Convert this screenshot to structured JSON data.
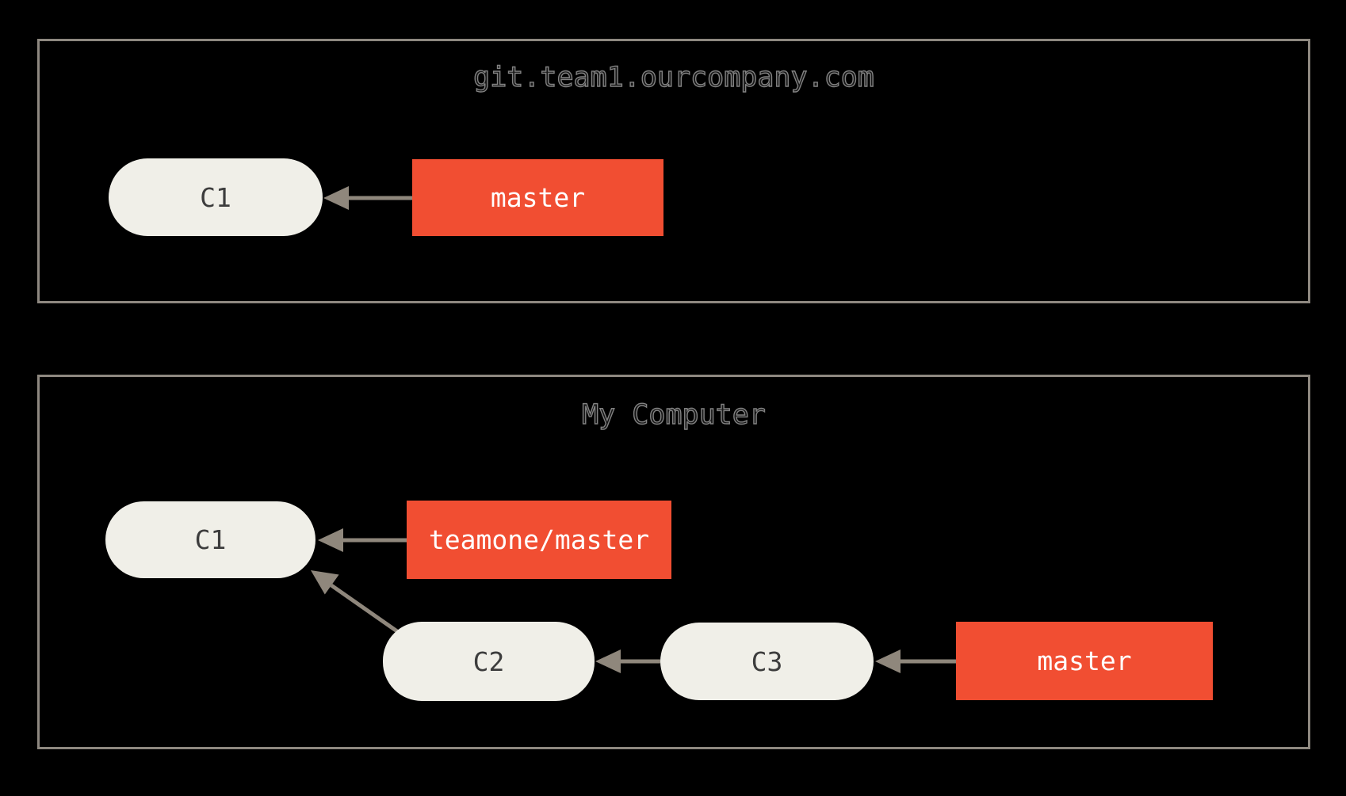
{
  "panels": [
    {
      "title": "git.team1.ourcompany.com",
      "commits": [
        {
          "label": "C1"
        }
      ],
      "branches": [
        {
          "label": "master"
        }
      ]
    },
    {
      "title": "My Computer",
      "commits": [
        {
          "label": "C1"
        },
        {
          "label": "C2"
        },
        {
          "label": "C3"
        }
      ],
      "branches": [
        {
          "label": "teamone/master"
        },
        {
          "label": "master"
        }
      ]
    }
  ],
  "colors": {
    "background": "#000000",
    "panel_border": "#8e8880",
    "commit_fill": "#f0efe8",
    "commit_text": "#3d3d3d",
    "branch_fill": "#f14e32",
    "branch_text": "#ffffff",
    "arrow": "#8f877c",
    "title_outline": "#828282"
  }
}
